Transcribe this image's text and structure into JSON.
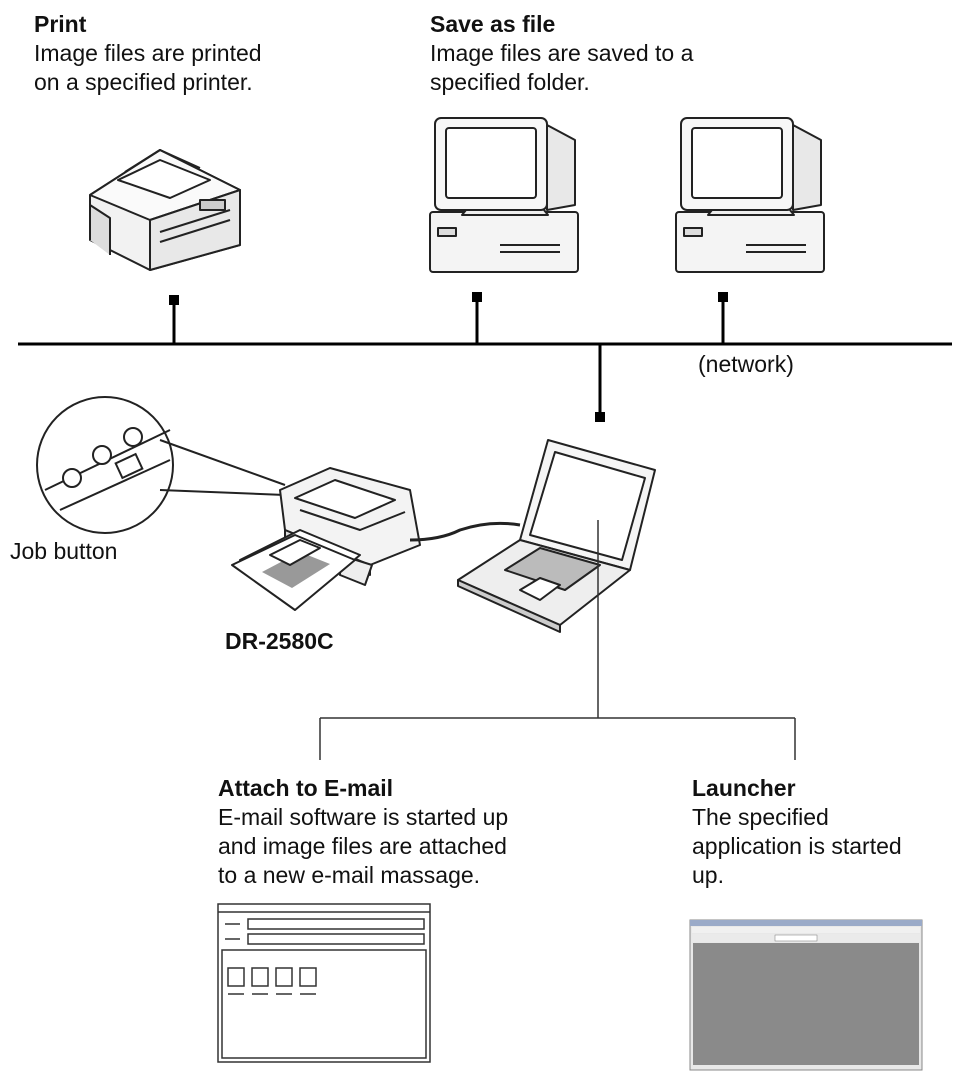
{
  "print": {
    "title": "Print",
    "desc": [
      "Image files are printed",
      "on a specified printer."
    ]
  },
  "save": {
    "title": "Save as file",
    "desc": [
      "Image files are saved to a",
      "specified folder."
    ]
  },
  "network_label": "(network)",
  "job_button_label": "Job button",
  "scanner_model": "DR-2580C",
  "email": {
    "title": "Attach to E-mail",
    "desc": [
      "E-mail software is started up",
      "and image files are attached",
      "to a new e-mail massage."
    ]
  },
  "launcher": {
    "title": "Launcher",
    "desc": [
      "The specified",
      "application is started",
      "up."
    ]
  }
}
